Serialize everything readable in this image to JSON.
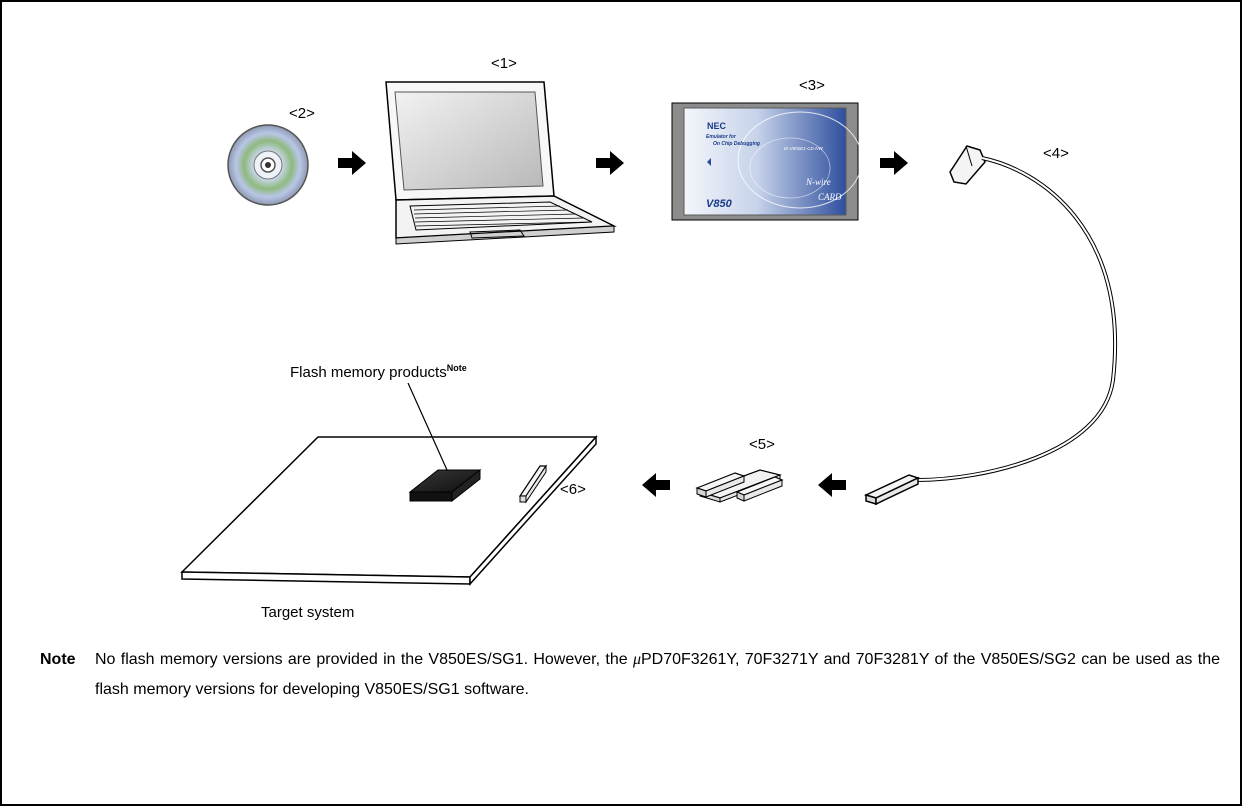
{
  "diagram": {
    "labels": {
      "pc": "<1>",
      "cd": "<2>",
      "card": "<3>",
      "cable": "<4>",
      "adapter": "<5>",
      "connector": "<6>"
    },
    "card_text": {
      "brand": "NEC",
      "line1": "Emulator for",
      "line2": "On Chip Debugging",
      "model": "IE-V850E1-CD-NW",
      "product": "V850",
      "nwire": "N-wire",
      "card_word": "CARD"
    },
    "flash_label": "Flash memory products",
    "flash_note_sup": "Note",
    "target_label": "Target system"
  },
  "note": {
    "tag": "Note",
    "text_before_mu": "No flash memory versions are provided in the V850ES/SG1.  However, the ",
    "mu": "μ",
    "text_after_mu": "PD70F3261Y, 70F3271Y and 70F3281Y of the V850ES/SG2 can be used as the flash memory versions for developing V850ES/SG1 software."
  },
  "colors": {
    "frame": "#000000",
    "card_blue": "#2a4b9a",
    "card_light": "#dfe6f2",
    "card_frame": "#6e6e6e",
    "chip": "#1a1a1a"
  }
}
